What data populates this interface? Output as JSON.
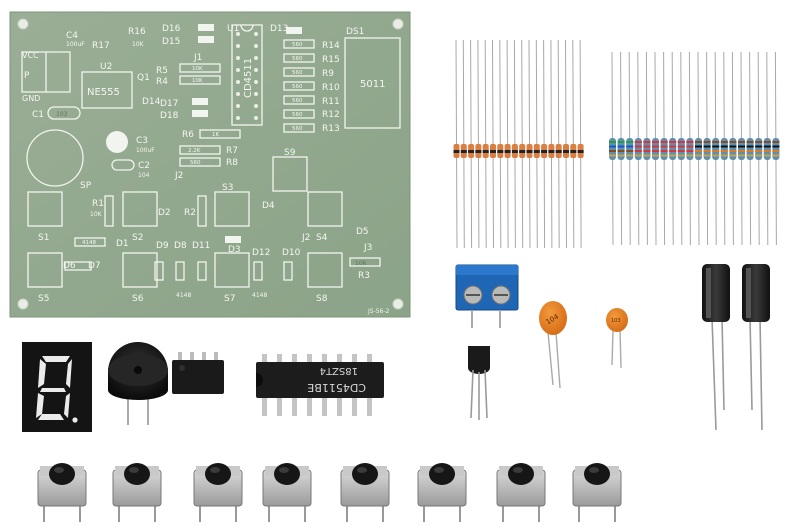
{
  "pcb": {
    "labels": {
      "c4": "C4",
      "c4v": "100uF",
      "r17": "R17",
      "r16": "R16",
      "r16v": "10K",
      "d16": "D16",
      "d15": "D15",
      "u1": "U1",
      "d13": "D13",
      "ds1": "DS1",
      "vcc": "VCC",
      "p": "P",
      "gnd": "GND",
      "u2": "U2",
      "ne555": "NE555",
      "q1": "Q1",
      "r5": "R5",
      "r4": "R4",
      "j1": "J1",
      "d14": "D14",
      "d17": "D17",
      "d18": "D18",
      "cd4511": "CD4511",
      "r14": "R14",
      "r15": "R15",
      "r9": "R9",
      "r10": "R10",
      "r11": "R11",
      "r12": "R12",
      "r13": "R13",
      "s5011": "5011",
      "c1": "C1",
      "c1v": "103",
      "c3": "C3",
      "c3v": "100uF",
      "c2": "C2",
      "c2v": "104",
      "r6": "R6",
      "r7": "R7",
      "r8": "R8",
      "s9": "S9",
      "j2a": "J2",
      "sp": "SP",
      "s3": "S3",
      "r1": "R1",
      "r1v": "10K",
      "d2": "D2",
      "r2": "R2",
      "d1": "D1",
      "d4": "D4",
      "s1": "S1",
      "s2": "S2",
      "s4": "S4",
      "d5": "D5",
      "d3": "D3",
      "j3": "J3",
      "d9": "D9",
      "d8": "D8",
      "d11": "D11",
      "d12": "D12",
      "d10": "D10",
      "j2b": "J2",
      "r3": "R3",
      "r3v": "10K",
      "d6": "D6",
      "d7": "D7",
      "s5": "S5",
      "s6": "S6",
      "s7": "S7",
      "s8": "S8",
      "v4148": "4148",
      "v10k": "10K",
      "v560": "560",
      "v22k": "2.2K",
      "v1k": "1K",
      "board_code": "JS-56-2"
    }
  },
  "chip": {
    "marking_line1": "CD4511BE",
    "marking_line2": "18SZT4"
  },
  "capacitors": {
    "cap_a": "104",
    "cap_b": "103"
  }
}
